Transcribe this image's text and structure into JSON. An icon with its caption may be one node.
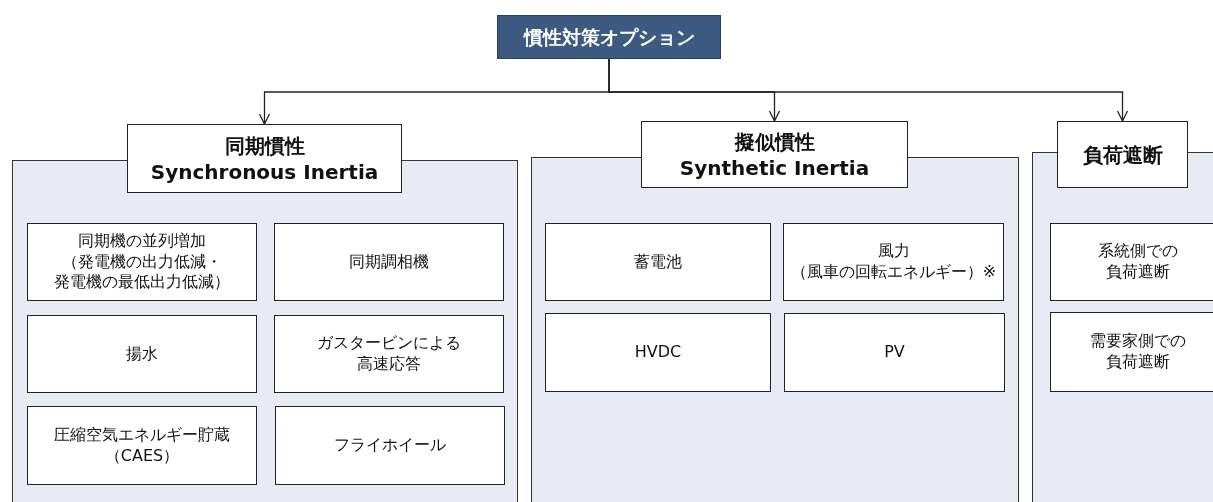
{
  "diagram": {
    "nodes": [
      {
        "text": [
          "慣性対策オプション"
        ]
      },
      {
        "text": [],
        "shape": "box"
      },
      {
        "text": [
          "同期慣性",
          "Synchronous Inertia"
        ]
      },
      {
        "text": [
          "同期機の並列増加（発電機の出力低減・発電機の最低出力低減）"
        ],
        "in": 1
      },
      {
        "text": [
          "同期調相機"
        ],
        "in": 1
      },
      {
        "text": [
          "揚水"
        ],
        "in": 1
      },
      {
        "text": [
          "ガスタービンによる高速応答"
        ],
        "in": 1
      },
      {
        "text": [
          "圧縮空気エネルギー貯蔵（CAES）"
        ],
        "in": 1
      },
      {
        "text": [
          "フライホイール"
        ],
        "in": 1
      },
      {
        "text": [],
        "shape": "box"
      },
      {
        "text": [
          "擬似慣性",
          "Synthetic Inertia"
        ]
      },
      {
        "text": [
          "蓄電池"
        ],
        "in": 9
      },
      {
        "text": [
          "風力（風車の回転エネルギー）※"
        ],
        "in": 9
      },
      {
        "text": [
          "HVDC"
        ],
        "in": 9
      },
      {
        "text": [
          "PV"
        ],
        "in": 9
      },
      {
        "text": [],
        "shape": "box"
      },
      {
        "text": [
          "負荷遮断"
        ]
      },
      {
        "text": [
          "系統側での負荷遮断"
        ],
        "in": 15
      },
      {
        "text": [
          "需要家側での負荷遮断"
        ],
        "in": 15
      }
    ],
    "edges": [
      {
        "from": 0,
        "to": 2,
        "arrow": "to"
      },
      {
        "from": 0,
        "to": 10,
        "arrow": "to"
      },
      {
        "from": 0,
        "to": 16,
        "arrow": "to"
      }
    ]
  }
}
